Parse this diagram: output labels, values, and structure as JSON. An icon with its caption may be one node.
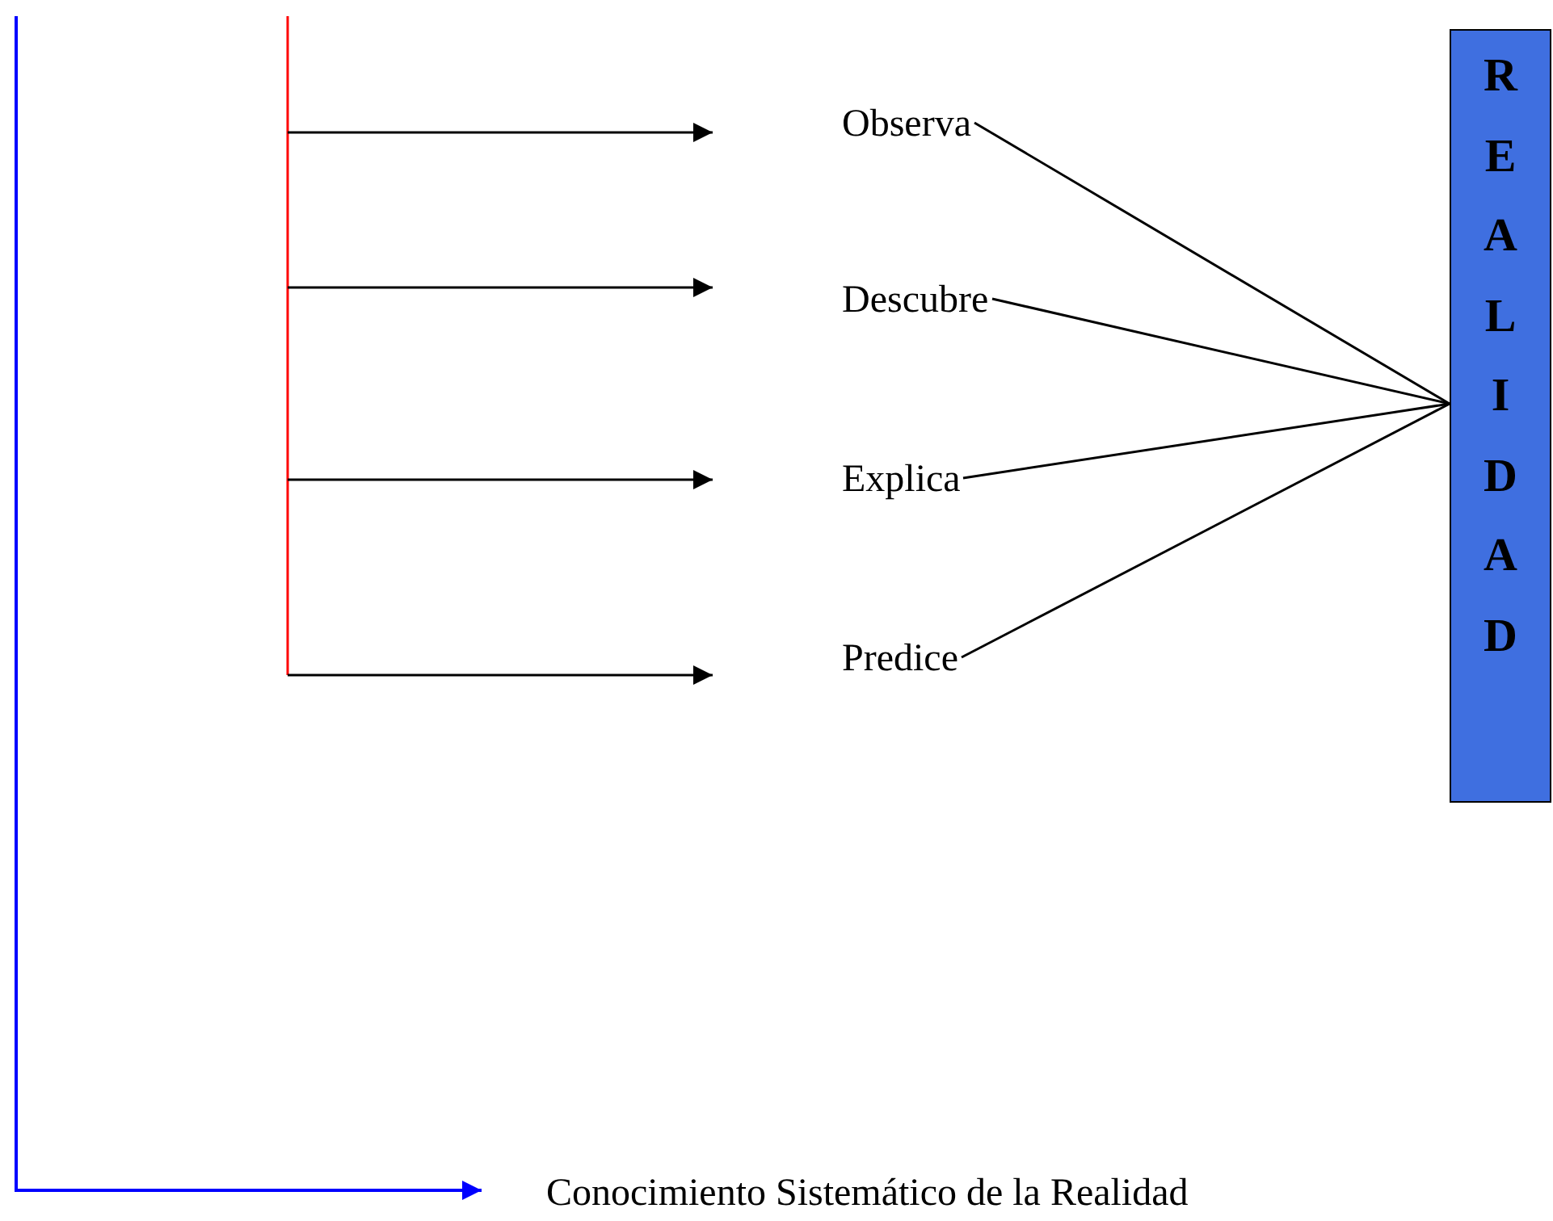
{
  "diagram": {
    "nodes": [
      {
        "text": [
          "REALIDAD"
        ]
      },
      {
        "text": [
          "Observa"
        ]
      },
      {
        "text": [
          "Descubre"
        ]
      },
      {
        "text": [
          "Explica"
        ]
      },
      {
        "text": [
          "Predice"
        ]
      },
      {
        "text": [
          "Conocimiento Sistemático de la Realidad"
        ]
      }
    ],
    "edges": [
      {
        "from": null,
        "to": 1,
        "arrow": "to"
      },
      {
        "from": null,
        "to": 2,
        "arrow": "to"
      },
      {
        "from": null,
        "to": 3,
        "arrow": "to"
      },
      {
        "from": null,
        "to": 4,
        "arrow": "to"
      },
      {
        "from": 1,
        "to": 0,
        "arrow": "none"
      },
      {
        "from": 2,
        "to": 0,
        "arrow": "none"
      },
      {
        "from": 3,
        "to": 0,
        "arrow": "none"
      },
      {
        "from": 4,
        "to": 0,
        "arrow": "none"
      },
      {
        "from": null,
        "to": 5,
        "arrow": "to",
        "color": "#0000ff"
      }
    ]
  }
}
